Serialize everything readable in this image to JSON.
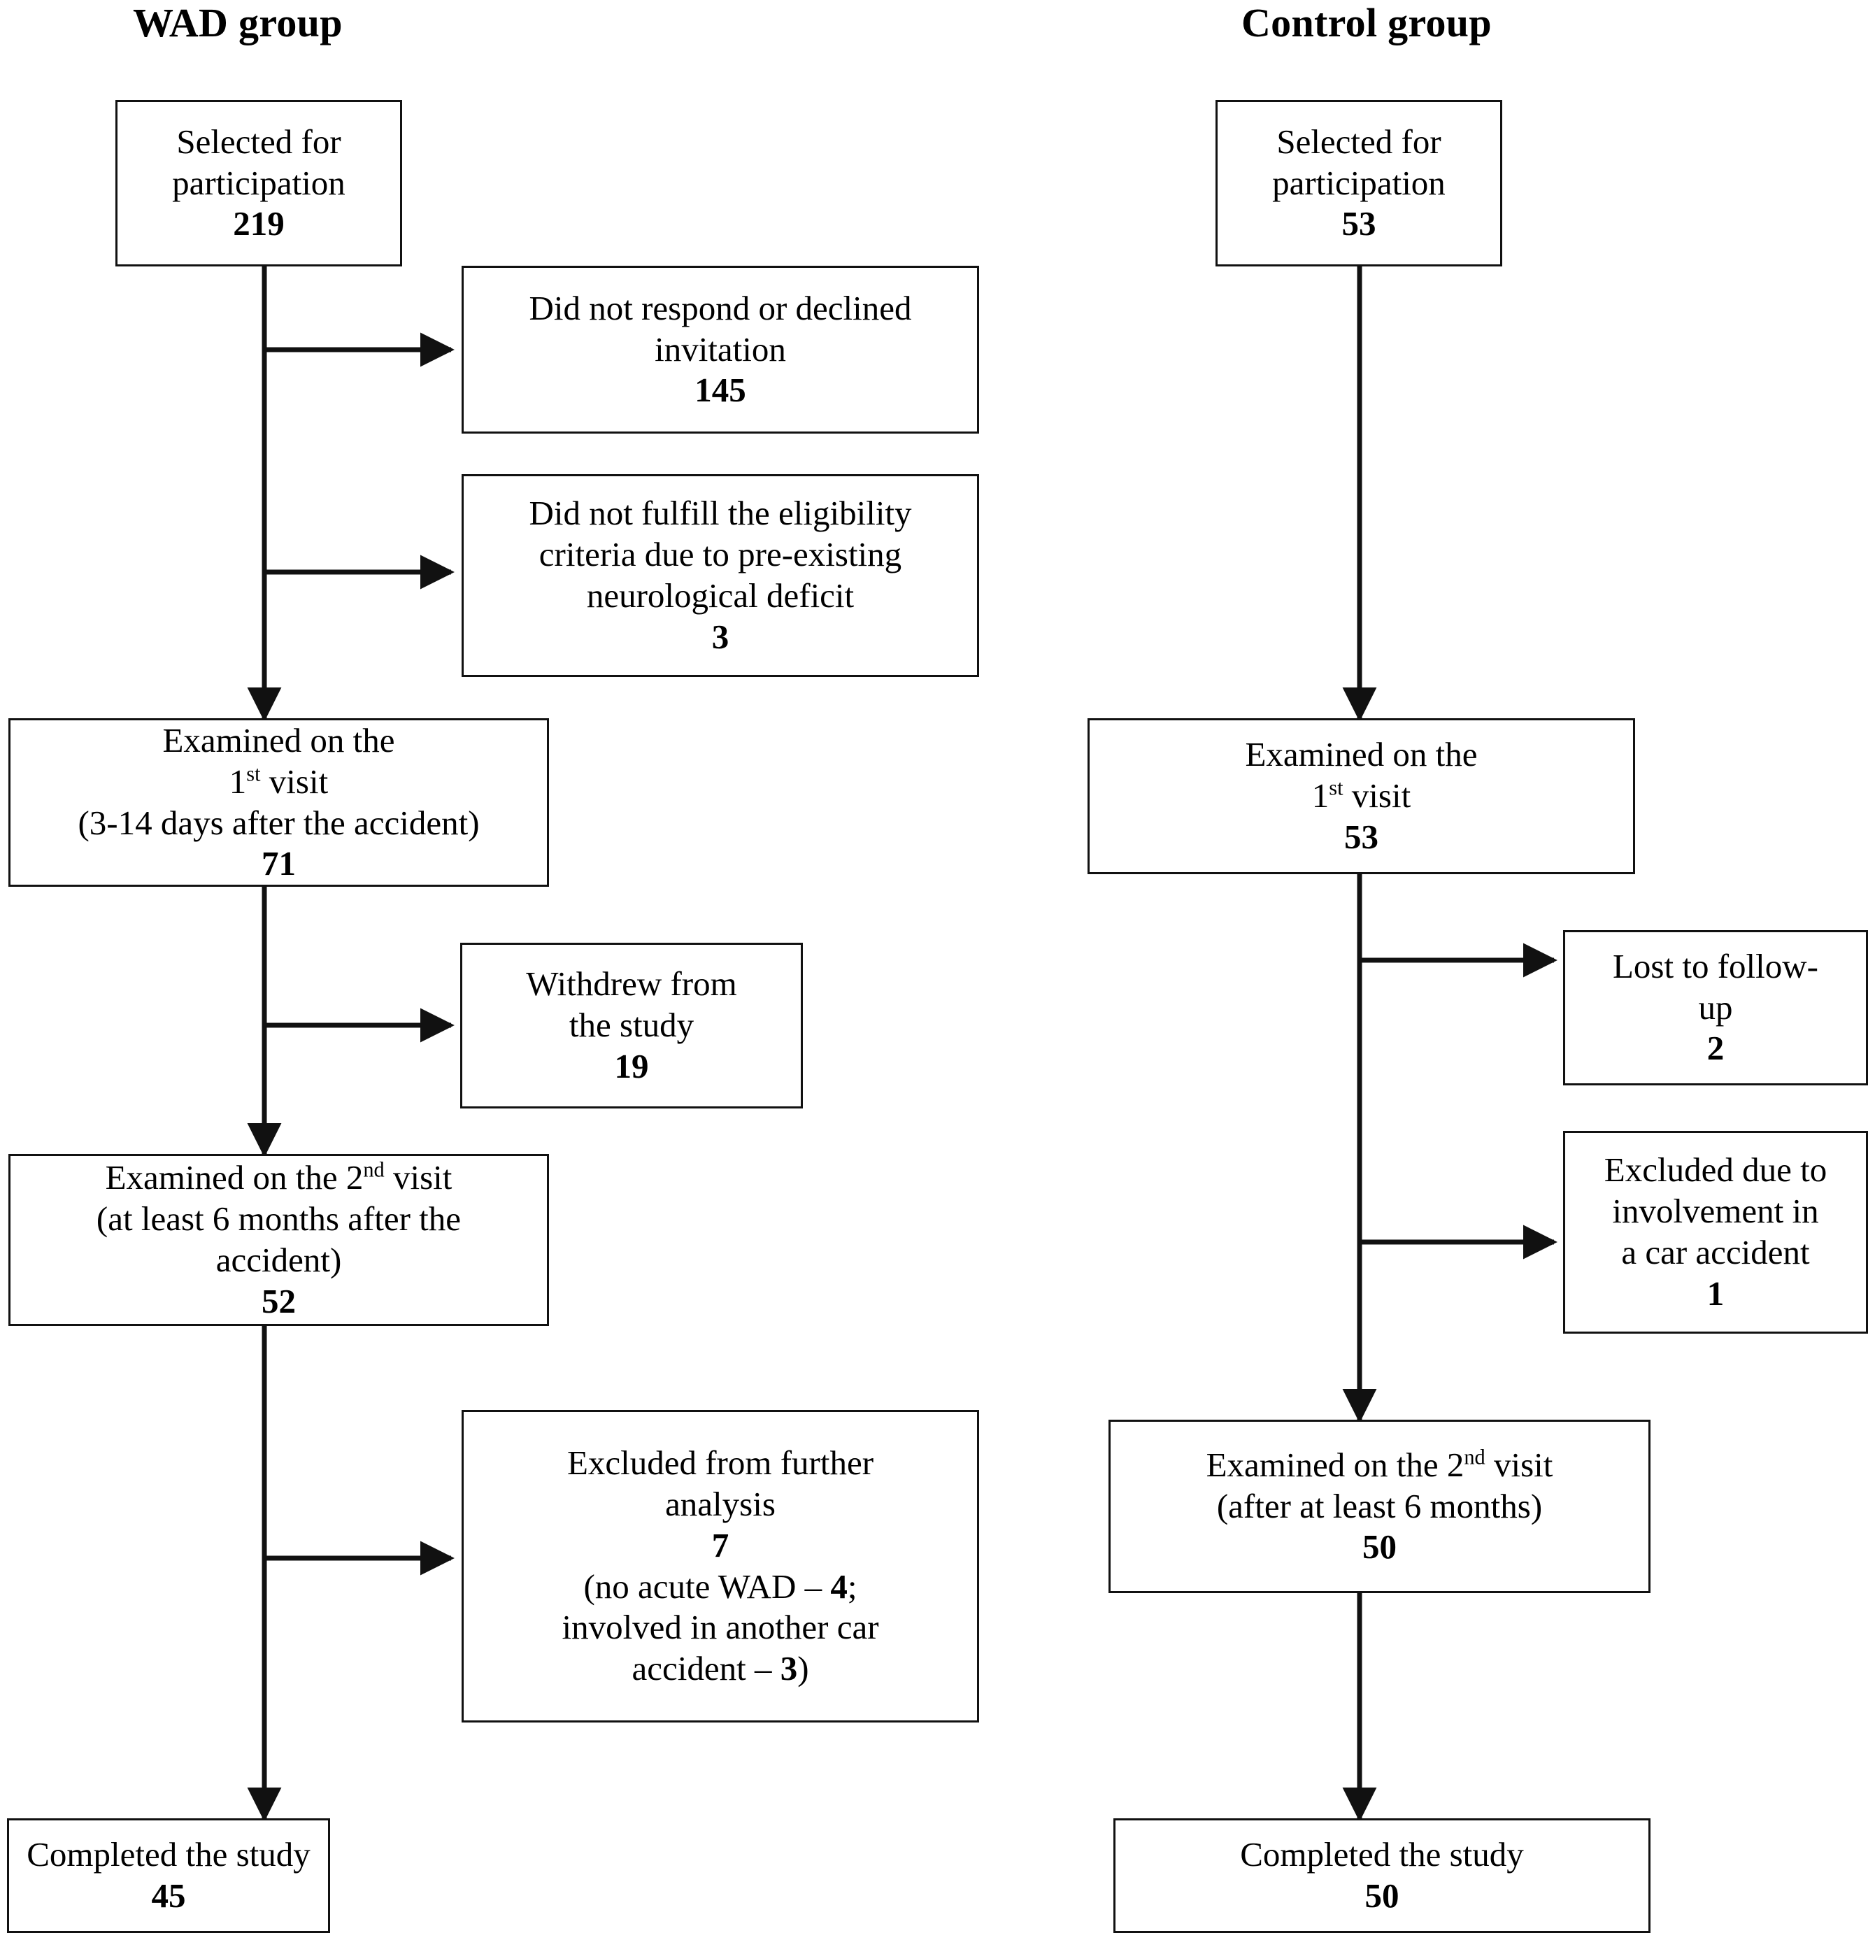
{
  "diagram": {
    "type": "participant-flow-chart",
    "columns": [
      {
        "id": "wad",
        "title": "WAD group"
      },
      {
        "id": "control",
        "title": "Control group"
      }
    ]
  },
  "wad_group": {
    "selected": {
      "line1": "Selected for",
      "line2": "participation",
      "count": "219"
    },
    "declined": {
      "line1": "Did not respond or declined",
      "line2": "invitation",
      "count": "145"
    },
    "ineligible": {
      "line1": "Did not fulfill the eligibility",
      "line2": "criteria due to pre-existing",
      "line3": "neurological deficit",
      "count": "3"
    },
    "visit1": {
      "line1": "Examined on the",
      "line2_pre": "1",
      "line2_sup": "st",
      "line2_post": " visit",
      "line3": "(3-14 days after the accident)",
      "count": "71"
    },
    "withdrew": {
      "line1": "Withdrew from",
      "line2": "the study",
      "count": "19"
    },
    "visit2": {
      "line1_pre": "Examined on the 2",
      "line1_sup": "nd",
      "line1_post": " visit",
      "line2": "(at least 6 months after the",
      "line3": "accident)",
      "count": "52"
    },
    "excluded": {
      "line1": "Excluded from further",
      "line2": "analysis",
      "count": "7",
      "detail_line1_pre": "(no acute WAD – ",
      "detail_line1_num": "4",
      "detail_line1_post": ";",
      "detail_line2": "involved in another car",
      "detail_line3_pre": "accident – ",
      "detail_line3_num": "3",
      "detail_line3_post": ")"
    },
    "completed": {
      "line1": "Completed the study",
      "count": "45"
    }
  },
  "control_group": {
    "selected": {
      "line1": "Selected for",
      "line2": "participation",
      "count": "53"
    },
    "visit1": {
      "line1": "Examined on the",
      "line2_pre": "1",
      "line2_sup": "st",
      "line2_post": " visit",
      "count": "53"
    },
    "lost": {
      "line1": "Lost to follow-",
      "line2": "up",
      "count": "2"
    },
    "excluded": {
      "line1": "Excluded due to",
      "line2": "involvement in",
      "line3": "a car accident",
      "count": "1"
    },
    "visit2": {
      "line1_pre": "Examined on the 2",
      "line1_sup": "nd",
      "line1_post": " visit",
      "line2": "(after at least 6 months)",
      "count": "50"
    },
    "completed": {
      "line1": "Completed the study",
      "count": "50"
    }
  },
  "chart_data": {
    "type": "flowchart",
    "title": "Participant flow diagram",
    "arms": [
      {
        "name": "WAD group",
        "stages": [
          {
            "label": "Selected for participation",
            "n": 219
          },
          {
            "label": "Did not respond or declined invitation",
            "n": 145,
            "kind": "exclusion"
          },
          {
            "label": "Did not fulfill the eligibility criteria due to pre-existing neurological deficit",
            "n": 3,
            "kind": "exclusion"
          },
          {
            "label": "Examined on the 1st visit (3-14 days after the accident)",
            "n": 71
          },
          {
            "label": "Withdrew from the study",
            "n": 19,
            "kind": "exclusion"
          },
          {
            "label": "Examined on the 2nd visit (at least 6 months after the accident)",
            "n": 52
          },
          {
            "label": "Excluded from further analysis (no acute WAD – 4; involved in another car accident – 3)",
            "n": 7,
            "kind": "exclusion"
          },
          {
            "label": "Completed the study",
            "n": 45
          }
        ]
      },
      {
        "name": "Control group",
        "stages": [
          {
            "label": "Selected for participation",
            "n": 53
          },
          {
            "label": "Examined on the 1st visit",
            "n": 53
          },
          {
            "label": "Lost to follow-up",
            "n": 2,
            "kind": "exclusion"
          },
          {
            "label": "Excluded due to involvement in a car accident",
            "n": 1,
            "kind": "exclusion"
          },
          {
            "label": "Examined on the 2nd visit (after at least 6 months)",
            "n": 50
          },
          {
            "label": "Completed the study",
            "n": 50
          }
        ]
      }
    ]
  },
  "colors": {
    "stroke": "#111111",
    "background": "#ffffff",
    "text": "#000000"
  }
}
